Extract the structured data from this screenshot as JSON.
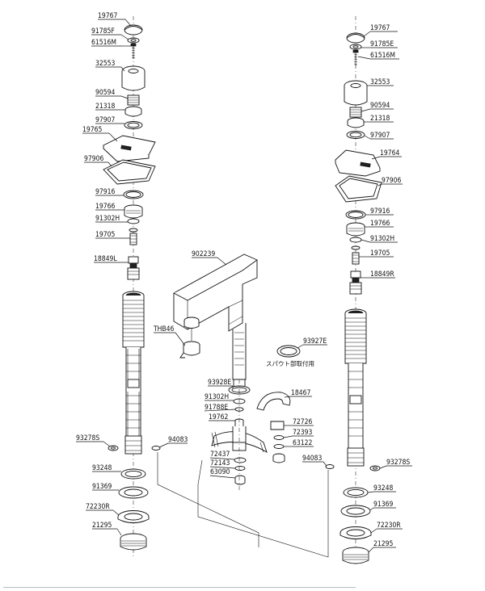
{
  "left_column": {
    "labels": [
      "19767",
      "91785F",
      "61516M",
      "32553",
      "90594",
      "21318",
      "97907",
      "19765",
      "97906",
      "97916",
      "19766",
      "91302H",
      "19705",
      "18849L",
      "93278S",
      "93248",
      "91369",
      "72230R",
      "21295"
    ]
  },
  "right_column": {
    "labels": [
      "19767",
      "91785E",
      "61516M",
      "32553",
      "90594",
      "21318",
      "97907",
      "19764",
      "97906",
      "97916",
      "19766",
      "91302H",
      "19705",
      "18849R",
      "93278S",
      "93248",
      "91369",
      "72230R",
      "21295"
    ]
  },
  "center": {
    "labels": [
      "902239",
      "THB46",
      "93927E",
      "93928E",
      "91302H",
      "91788E",
      "19762",
      "18467",
      "72726",
      "72393",
      "63122",
      "72437",
      "72143",
      "63090",
      "94083",
      "94083"
    ],
    "note": "スパウト部取付用"
  }
}
